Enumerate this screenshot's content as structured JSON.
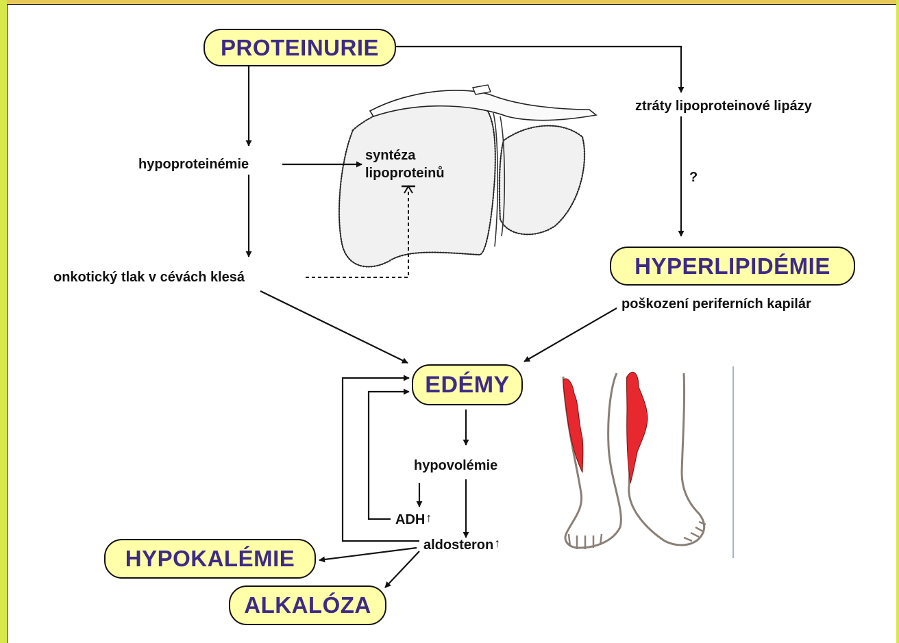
{
  "nodes": {
    "proteinurie": "PROTEINURIE",
    "hyperlipidemie": "HYPERLIPIDÉMIE",
    "edemy": "EDÉMY",
    "hypokalemie": "HYPOKALÉMIE",
    "alkaloza": "ALKALÓZA"
  },
  "labels": {
    "ztraty": "ztráty lipoproteinové lipázy",
    "question": "?",
    "hypoproteinemie": "hypoproteinémie",
    "synteza_line1": "syntéza",
    "synteza_line2": "lipoproteinů",
    "onkoticky": "onkotický tlak v cévách klesá",
    "poskozeni": "poškození periferních kapilár",
    "hypovolemie": "hypovolémie",
    "adh": "ADH",
    "aldosteron": "aldosteron",
    "up_arrow": "↑"
  },
  "colors": {
    "pill_fill": "#ffffaa",
    "pill_text": "#3d2a86",
    "leg_highlight": "#e8282f",
    "frame_top": "#e8c85a",
    "frame_side": "#d8e84a"
  }
}
